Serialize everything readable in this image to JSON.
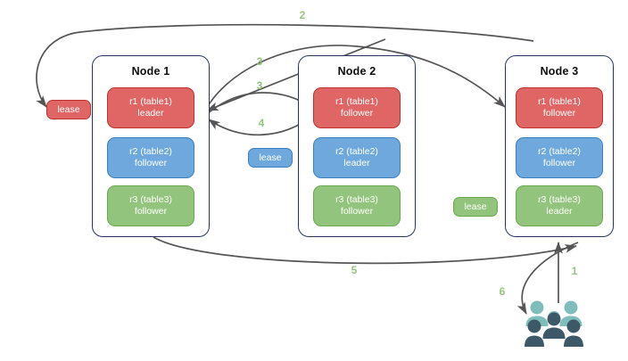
{
  "diagram": {
    "title": "distributed-database-lease-transfer-diagram",
    "colors": {
      "red": "#e06666",
      "red_border": "#c0302f",
      "blue": "#6fa8dc",
      "blue_border": "#3a7fbf",
      "green": "#93c47d",
      "green_border": "#6aa84f",
      "node_border": "#27375c",
      "arrow": "#555555",
      "label": "#93c47d",
      "people_light": "#7fbdbd",
      "people_dark": "#3d5866"
    },
    "nodes": [
      {
        "title": "Node 1",
        "replicas": [
          {
            "name": "r1 (table1)",
            "role": "leader",
            "color": "red"
          },
          {
            "name": "r2 (table2)",
            "role": "follower",
            "color": "blue"
          },
          {
            "name": "r3 (table3)",
            "role": "follower",
            "color": "green"
          }
        ]
      },
      {
        "title": "Node 2",
        "replicas": [
          {
            "name": "r1 (table1)",
            "role": "follower",
            "color": "red"
          },
          {
            "name": "r2 (table2)",
            "role": "leader",
            "color": "blue"
          },
          {
            "name": "r3 (table3)",
            "role": "follower",
            "color": "green"
          }
        ]
      },
      {
        "title": "Node 3",
        "replicas": [
          {
            "name": "r1 (table1)",
            "role": "follower",
            "color": "red"
          },
          {
            "name": "r2 (table2)",
            "role": "follower",
            "color": "blue"
          },
          {
            "name": "r3 (table3)",
            "role": "leader",
            "color": "green"
          }
        ]
      }
    ],
    "leases": [
      {
        "label": "lease",
        "color": "red"
      },
      {
        "label": "lease",
        "color": "blue"
      },
      {
        "label": "lease",
        "color": "green"
      }
    ],
    "step_labels": [
      {
        "text": "2"
      },
      {
        "text": "3"
      },
      {
        "text": "3"
      },
      {
        "text": "4"
      },
      {
        "text": "5"
      },
      {
        "text": "1"
      },
      {
        "text": "6"
      }
    ],
    "actors": {
      "name": "users"
    }
  }
}
